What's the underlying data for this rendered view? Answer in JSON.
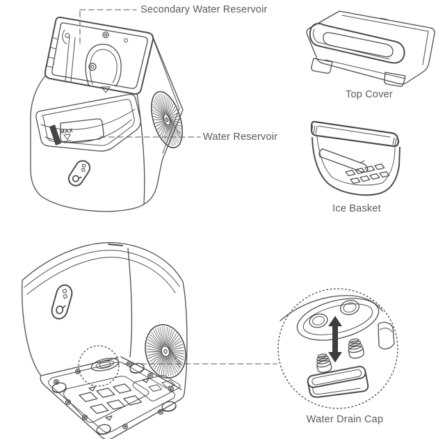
{
  "figure": {
    "background": "#ffffff",
    "line_color": "#4d4d4d",
    "label_color": "#58595b",
    "connector_color": "#8f8f8f",
    "arrow_color": "#3d3d3d"
  },
  "callouts": {
    "secondary_water_reservoir": "Secondary Water Reservoir",
    "water_reservoir": "Water Reservoir"
  },
  "captions": {
    "top_cover": "Top Cover",
    "ice_basket": "Ice Basket",
    "water_drain_cap": "Water Drain Cap"
  },
  "markings": {
    "max_fill": "MAX"
  },
  "icons": {
    "fan": "fan-icon",
    "ice": "ice-crystal-icon",
    "power": "power-icon",
    "up_down_arrow": "up-down-arrow-icon"
  }
}
